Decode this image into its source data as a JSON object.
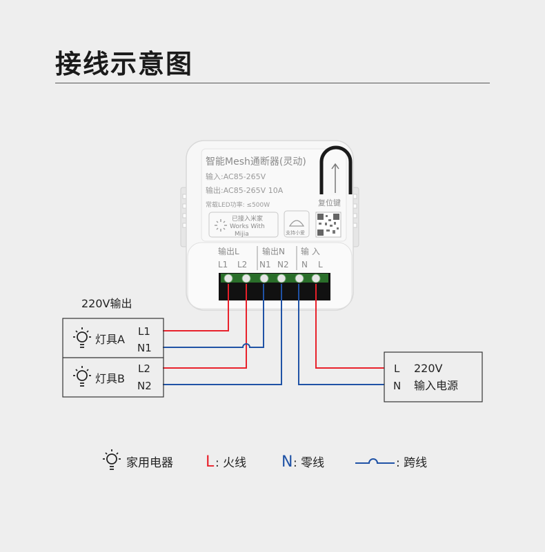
{
  "page": {
    "title": "接线示意图"
  },
  "device": {
    "name": "智能Mesh通断器(灵动)",
    "input_spec": "输入:AC85-265V",
    "output_spec": "输出:AC85-265V   10A",
    "led_power": "常载LED功率: ≤500W",
    "mijia_badge": [
      "已接入米家",
      "Works With",
      "Mijia"
    ],
    "xiaoai_badge": "支持小爱",
    "reset_label": "复位键",
    "terminal_groups": [
      "输出L",
      "输出N",
      "输 入"
    ],
    "terminals": [
      "L1",
      "L2",
      "N1",
      "N2",
      "N",
      "L"
    ]
  },
  "output_section": {
    "label": "220V输出",
    "lamps": [
      {
        "name": "灯具A",
        "l": "L1",
        "n": "N1"
      },
      {
        "name": "灯具B",
        "l": "L2",
        "n": "N2"
      }
    ]
  },
  "power_section": {
    "l": "L",
    "voltage": "220V",
    "n": "N",
    "label": "输入电源"
  },
  "legend": {
    "appliance": "家用电器",
    "live_symbol": "L",
    "live": ": 火线",
    "neutral_symbol": "N",
    "neutral": ": 零线",
    "crossover": ": 跨线"
  },
  "colors": {
    "live": "#e8202a",
    "neutral": "#1f52a5",
    "frame": "#333333"
  }
}
